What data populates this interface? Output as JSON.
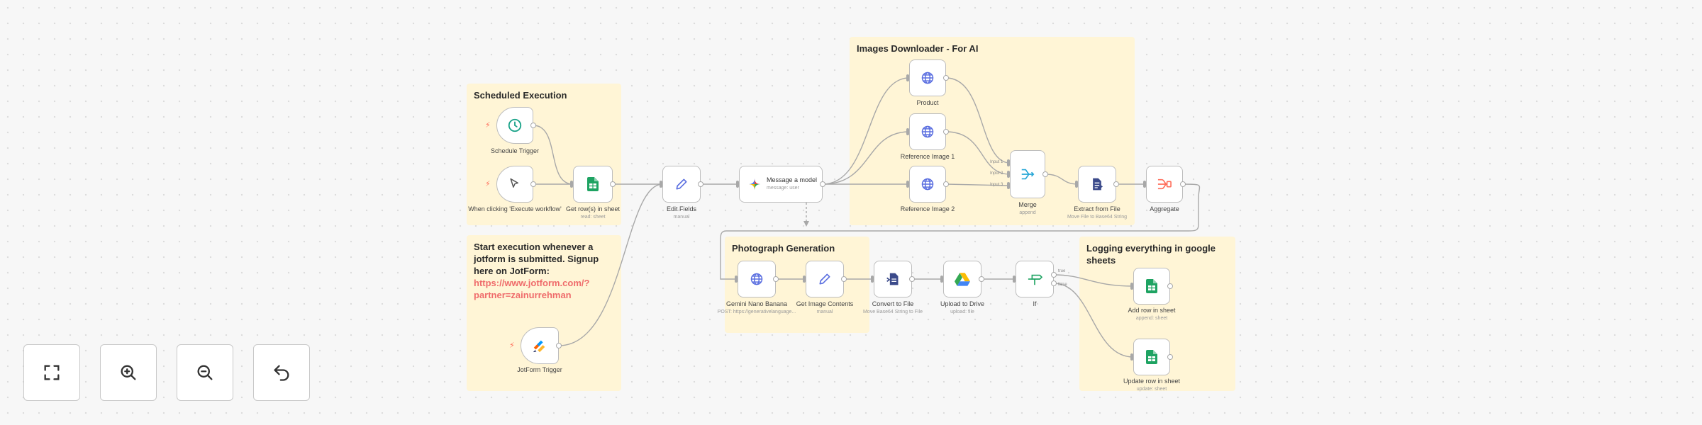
{
  "stickies": {
    "scheduled": {
      "title": "Scheduled Execution"
    },
    "images": {
      "title": "Images Downloader - For AI"
    },
    "jotform": {
      "title": "Start execution whenever a jotform is submitted. Signup here on JotForm:",
      "link": "https://www.jotform.com/?partner=zainurrehman"
    },
    "photo": {
      "title": "Photograph Generation"
    },
    "logging": {
      "title": "Logging everything in google sheets"
    }
  },
  "nodes": {
    "schedule_trigger": {
      "label": "Schedule Trigger",
      "icon": "clock-icon"
    },
    "manual_trigger": {
      "label": "When clicking 'Execute workflow'",
      "icon": "cursor-icon"
    },
    "get_rows": {
      "label": "Get row(s) in sheet",
      "sub": "read: sheet",
      "icon": "google-sheets-icon"
    },
    "edit_fields": {
      "label": "Edit Fields",
      "sub": "manual",
      "icon": "pencil-icon"
    },
    "message_model": {
      "label": "Message a model",
      "sub": "message: user",
      "icon": "gemini-icon"
    },
    "product": {
      "label": "Product",
      "icon": "globe-icon"
    },
    "reference1": {
      "label": "Reference Image 1",
      "icon": "globe-icon"
    },
    "reference2": {
      "label": "Reference Image 2",
      "icon": "globe-icon"
    },
    "merge": {
      "label": "Merge",
      "sub": "append",
      "icon": "merge-icon",
      "ports": [
        "Input 1",
        "Input 2",
        "Input 3"
      ]
    },
    "extract": {
      "label": "Extract from File",
      "sub": "Move File to Base64 String",
      "icon": "extract-file-icon"
    },
    "aggregate": {
      "label": "Aggregate",
      "icon": "aggregate-icon"
    },
    "jotform_trigger": {
      "label": "JotForm Trigger",
      "icon": "jotform-icon"
    },
    "gemini_nano": {
      "label": "Gemini Nano Banana",
      "sub": "POST: https://generativelanguage...",
      "icon": "globe-icon"
    },
    "edit_image": {
      "label": "Get Image Contents",
      "sub": "manual",
      "icon": "pencil-icon"
    },
    "convert": {
      "label": "Convert to File",
      "sub": "Move Base64 String to File",
      "icon": "convert-file-icon"
    },
    "upload_drive": {
      "label": "Upload to Drive",
      "sub": "upload: file",
      "icon": "google-drive-icon"
    },
    "if_node": {
      "label": "If",
      "icon": "if-icon",
      "ports": [
        "true",
        "false"
      ]
    },
    "add_row": {
      "label": "Add row in sheet",
      "sub": "append: sheet",
      "icon": "google-sheets-icon"
    },
    "update_row": {
      "label": "Update row in sheet",
      "sub": "update: sheet",
      "icon": "google-sheets-icon"
    }
  },
  "controls": {
    "fit": {
      "icon": "fit-view-icon"
    },
    "zoom_in": {
      "icon": "zoom-in-icon"
    },
    "zoom_out": {
      "icon": "zoom-out-icon"
    },
    "reset": {
      "icon": "undo-icon"
    }
  },
  "colors": {
    "sticky_bg": "#fff5d6",
    "link": "#ef6b6b",
    "globe": "#5b6fe0",
    "sheets": "#1ea362",
    "trigger_bolt": "#ff6d5a"
  }
}
